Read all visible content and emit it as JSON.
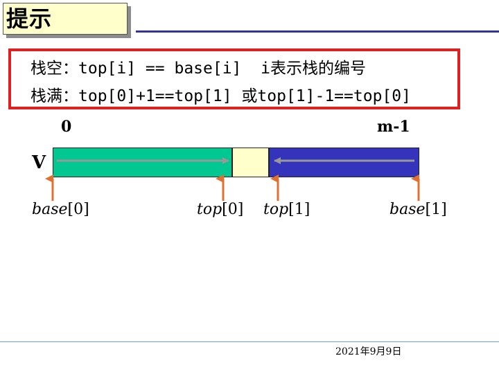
{
  "title": "提示",
  "note": {
    "line1": "栈空：top[i] == base[i]  i表示栈的编号",
    "line2": "栈满：top[0]+1==top[1] 或top[1]-1==top[0]"
  },
  "diagram": {
    "index_start": "0",
    "index_end": "m-1",
    "vector_label": "V",
    "pointers": [
      {
        "name": "base",
        "index": "[0]"
      },
      {
        "name": "top",
        "index": "[0]"
      },
      {
        "name": "top",
        "index": "[1]"
      },
      {
        "name": "base",
        "index": "[1]"
      }
    ],
    "colors": {
      "stack0": "#00c890",
      "free": "#ffffcc",
      "stack1": "#3333bb",
      "pointer_arrow": "#e07030",
      "inner_arrow": "#999999"
    }
  },
  "footer": {
    "date": "2021年9月9日"
  }
}
